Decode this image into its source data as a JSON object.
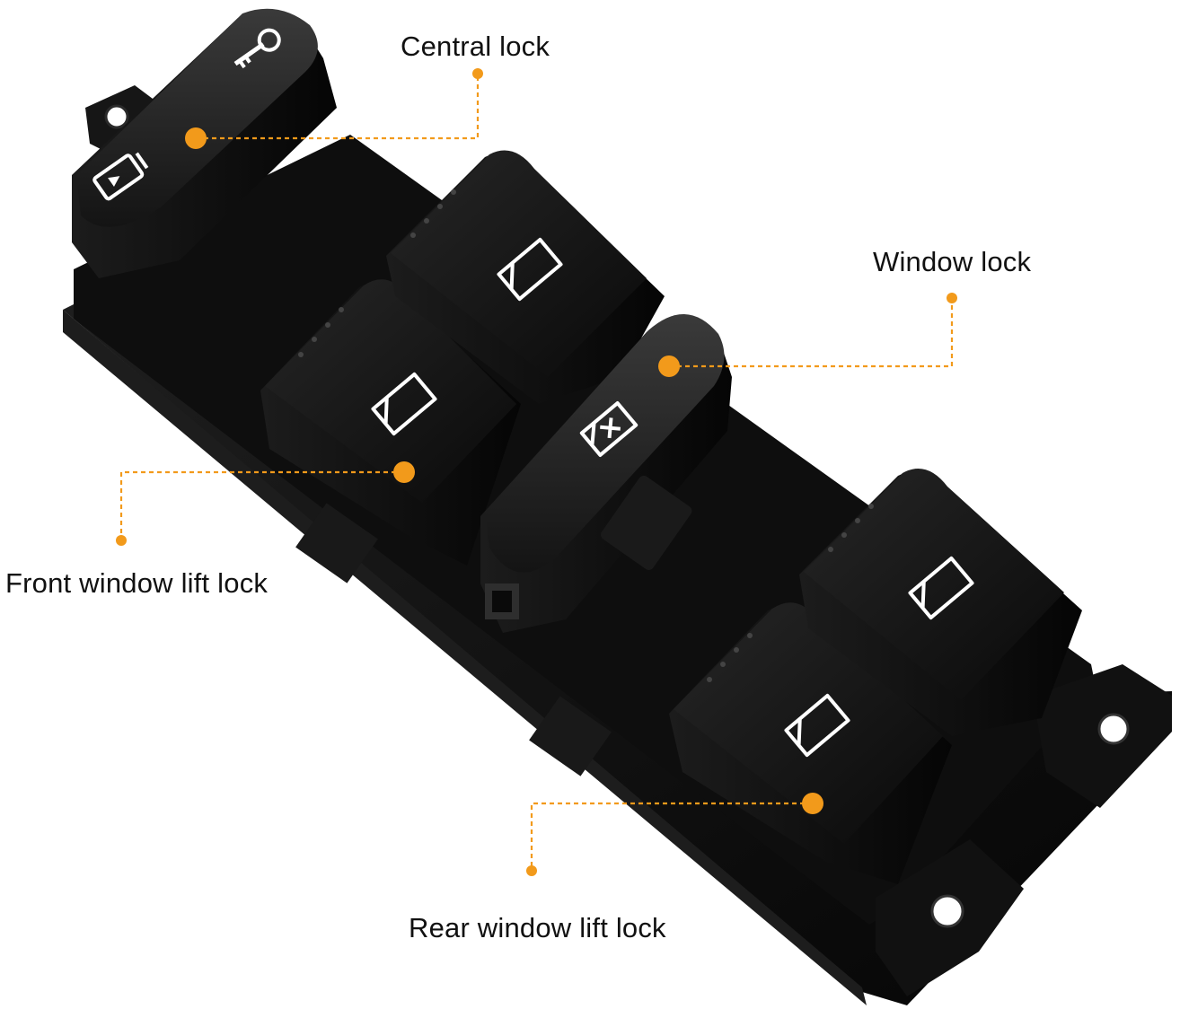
{
  "colors": {
    "accent": "#F29A1B",
    "button_body": "#1a1a1a",
    "button_top": "#2c2c2c",
    "housing": "#0c0c0c",
    "icon": "#ffffff",
    "background": "#ffffff"
  },
  "callouts": [
    {
      "id": "central-lock",
      "label": "Central lock"
    },
    {
      "id": "window-lock",
      "label": "Window lock"
    },
    {
      "id": "front-window-lift-lock",
      "label": "Front window lift lock"
    },
    {
      "id": "rear-window-lift-lock",
      "label": "Rear window lift lock"
    }
  ],
  "icons": {
    "central_lock": [
      "key-icon",
      "door-lock-icon"
    ],
    "window_buttons": "window-icon",
    "window_lock": "window-lock-x-icon"
  }
}
